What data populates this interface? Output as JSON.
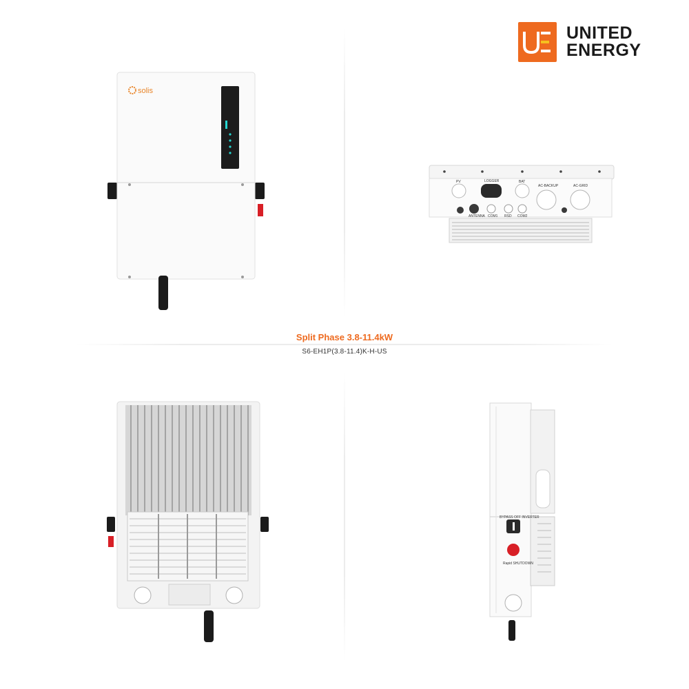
{
  "brand": {
    "logo_letters": "UE",
    "name_line1": "UNITED",
    "name_line2": "ENERGY",
    "accent_color": "#ee6a1f"
  },
  "product": {
    "title": "Split Phase 3.8-11.4kW",
    "model": "S6-EH1P(3.8-11.4)K-H-US",
    "maker_logo": "solis"
  },
  "bottom_view": {
    "labels": [
      "PV",
      "LOGGER",
      "BAT",
      "AC-BACKUP",
      "AC-GRID",
      "ANTENNA",
      "COM1",
      "RSD",
      "COM2"
    ]
  },
  "side_view": {
    "switch_label": "BYPASS  OFF  INVERTER",
    "button_label": "Rapid SHUTDOWN"
  },
  "colors": {
    "panel_lcd": "#1c1c1c",
    "indicator": "#25d5d0",
    "red_button": "#d81f26"
  }
}
